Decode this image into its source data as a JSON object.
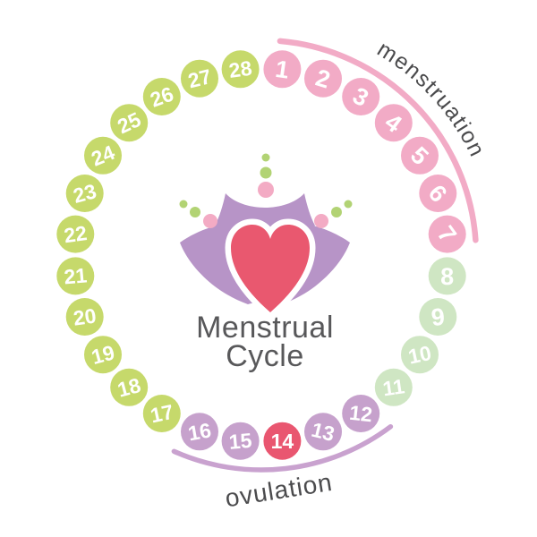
{
  "title": {
    "line1": "Menstrual",
    "line2": "Cycle"
  },
  "labels": {
    "menstruation": "menstruation",
    "ovulation": "ovulation"
  },
  "colors": {
    "phase": {
      "menstruation": "#f2abc6",
      "follicular": "#cfe6c3",
      "fertile": "#c6a1cc",
      "ovulation": "#e95670",
      "luteal": "#c6d96b"
    },
    "menstruation_arc": "#f2abc6",
    "ovulation_arc": "#c9a2cf",
    "logo_purple": "#b794c7",
    "heart_red": "#e9586f",
    "dot_green": "#b2d374",
    "dot_pink": "#f3abc4",
    "day_number_text": "#ffffff",
    "arc_label_text": "#4b4b4d",
    "title_text": "#58585a"
  },
  "days": [
    {
      "day": 1,
      "phase": "menstruation"
    },
    {
      "day": 2,
      "phase": "menstruation"
    },
    {
      "day": 3,
      "phase": "menstruation"
    },
    {
      "day": 4,
      "phase": "menstruation"
    },
    {
      "day": 5,
      "phase": "menstruation"
    },
    {
      "day": 6,
      "phase": "menstruation"
    },
    {
      "day": 7,
      "phase": "menstruation"
    },
    {
      "day": 8,
      "phase": "follicular"
    },
    {
      "day": 9,
      "phase": "follicular"
    },
    {
      "day": 10,
      "phase": "follicular"
    },
    {
      "day": 11,
      "phase": "follicular"
    },
    {
      "day": 12,
      "phase": "fertile"
    },
    {
      "day": 13,
      "phase": "fertile"
    },
    {
      "day": 14,
      "phase": "ovulation"
    },
    {
      "day": 15,
      "phase": "fertile"
    },
    {
      "day": 16,
      "phase": "fertile"
    },
    {
      "day": 17,
      "phase": "luteal"
    },
    {
      "day": 18,
      "phase": "luteal"
    },
    {
      "day": 19,
      "phase": "luteal"
    },
    {
      "day": 20,
      "phase": "luteal"
    },
    {
      "day": 21,
      "phase": "luteal"
    },
    {
      "day": 22,
      "phase": "luteal"
    },
    {
      "day": 23,
      "phase": "luteal"
    },
    {
      "day": 24,
      "phase": "luteal"
    },
    {
      "day": 25,
      "phase": "luteal"
    },
    {
      "day": 26,
      "phase": "luteal"
    },
    {
      "day": 27,
      "phase": "luteal"
    },
    {
      "day": 28,
      "phase": "luteal"
    }
  ]
}
